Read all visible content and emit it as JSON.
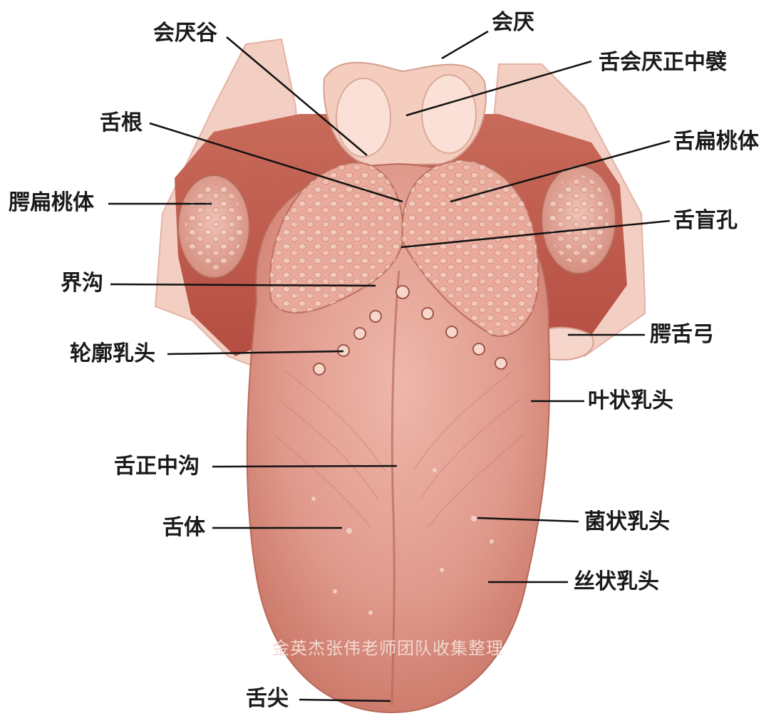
{
  "labels": {
    "epiglottic_vallecula": "会厌谷",
    "epiglottis": "会厌",
    "median_glossoepiglottic_fold": "舌会厌正中襞",
    "root_of_tongue": "舌根",
    "lingual_tonsil": "舌扁桃体",
    "palatine_tonsil": "腭扁桃体",
    "foramen_cecum": "舌盲孔",
    "terminal_sulcus": "界沟",
    "circumvallate_papillae": "轮廓乳头",
    "palatoglossal_arch": "腭舌弓",
    "foliate_papillae": "叶状乳头",
    "median_sulcus": "舌正中沟",
    "body_of_tongue": "舌体",
    "fungiform_papillae": "菌状乳头",
    "filiform_papillae": "丝状乳头",
    "apex_of_tongue": "舌尖"
  },
  "watermark": "金英杰张伟老师团队收集整理",
  "colors": {
    "tongue": "#dc8f82",
    "tongue_light": "#eab1a5",
    "tissue": "#f3cfc3",
    "cavity": "#c0584a",
    "leader_line": "#111111"
  }
}
